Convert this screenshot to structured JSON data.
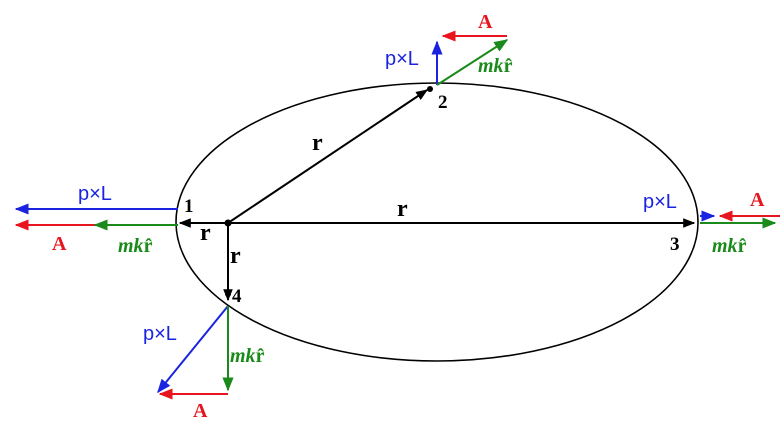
{
  "colors": {
    "black": "#000000",
    "red": "#e8141e",
    "blue": "#1a24e0",
    "green": "#1a8a1a"
  },
  "points": {
    "p1": "1",
    "p2": "2",
    "p3": "3",
    "p4": "4"
  },
  "labels": {
    "r": "r",
    "pxL": "p×L",
    "A": "A",
    "mk": "mk",
    "rhat": "r̂"
  }
}
